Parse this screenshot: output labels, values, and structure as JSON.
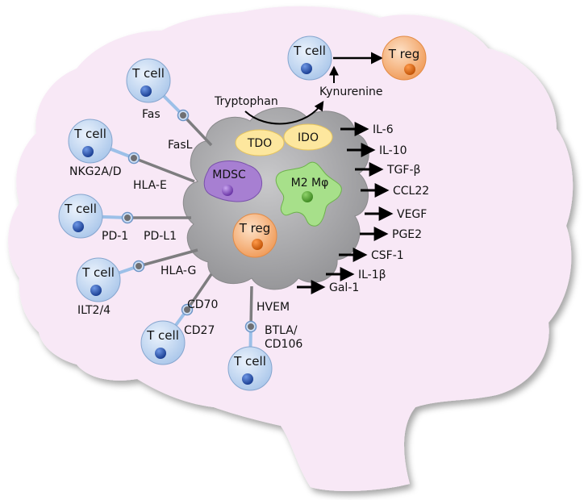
{
  "tcell_label": "T cell",
  "treg_label": "T reg",
  "tcells": [
    {
      "id": "fas",
      "receptor": "Fas",
      "ligand": "FasL"
    },
    {
      "id": "nkg2a",
      "receptor": "NKG2A/D",
      "ligand": "HLA-E"
    },
    {
      "id": "pd1",
      "receptor": "PD-1",
      "ligand": "PD-L1"
    },
    {
      "id": "ilt",
      "receptor": "ILT2/4",
      "ligand": "HLA-G"
    },
    {
      "id": "cd27",
      "receptor": "CD27",
      "ligand": "CD70"
    },
    {
      "id": "btla",
      "receptor": "BTLA/\nCD106",
      "ligand": "HVEM"
    }
  ],
  "kynurenine_pathway": {
    "tryptophan": "Tryptophan",
    "kynurenine": "Kynurenine"
  },
  "enzymes": [
    "TDO",
    "IDO"
  ],
  "cells_in_tumor": {
    "mdsc": "MDSC",
    "m2": "M2 Mφ",
    "treg": "T reg"
  },
  "secreted_factors": [
    "IL-6",
    "IL-10",
    "TGF-β",
    "CCL22",
    "VEGF",
    "PGE2",
    "CSF-1",
    "IL-1β",
    "Gal-1"
  ],
  "colors": {
    "brain_fill": "#f8e8f6",
    "tumor_fill": "#a4a4a6",
    "tcell_fill": "#c3d9f1",
    "nucleus": "#2e5bb5",
    "treg_fill": "#f3ae72",
    "treg_nucleus": "#d9620d",
    "enzyme_fill": "#fde79e",
    "mdsc_fill": "#a77fd2",
    "m2_fill": "#a7e08a"
  }
}
